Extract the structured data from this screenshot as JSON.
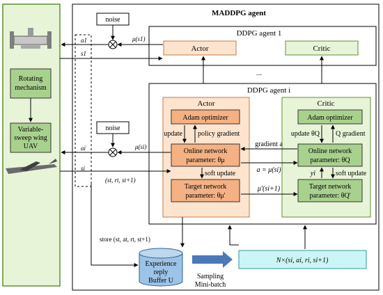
{
  "title": "MADDPG agent",
  "agent1": {
    "title": "DDPG agent 1",
    "actor": "Actor",
    "critic": "Critic"
  },
  "ellipsis": "...",
  "agenti": {
    "title": "DDPG agent i",
    "actor": {
      "title": "Actor",
      "adam": "Adam optimizer",
      "update": "update",
      "policy_gradient": "policy gradient",
      "online_line1": "Online network",
      "online_line2": "parameter: θμ",
      "soft_update": "soft update",
      "target_line1": "Target network",
      "target_line2": "parameter: θμ'"
    },
    "critic": {
      "title": "Critic",
      "adam": "Adam optimizer",
      "update": "update θQ",
      "q_gradient": "Q gradient",
      "online_line1": "Online network",
      "online_line2": "parameter: θQ",
      "yi": "yi",
      "soft_update": "soft update",
      "target_line1": "Target network",
      "target_line2": "parameter: θQ'"
    },
    "gradient_a": "gradient a",
    "a_eq_mu": "a = μ(si)",
    "mu_prime": "μ'(si+1)"
  },
  "env": {
    "rotating_line1": "Rotating",
    "rotating_line2": "mechanism",
    "uav_line1": "Variable-",
    "uav_line2": "sweep wing",
    "uav_line3": "UAV"
  },
  "signals": {
    "a1": "a1",
    "s1": "s1",
    "ai": "ai",
    "si": "si",
    "mu_s1": "μ(s1)",
    "mu_si": "μ(si)",
    "noise_top": "noise",
    "noise_mid": "noise",
    "transition": "(st, rt, st+1)",
    "store": "store (st, at, rt, st+1)"
  },
  "buffer": {
    "line1": "Experience",
    "line2": "reply",
    "line3": "Buffer U"
  },
  "sampling": {
    "line1": "Sampling",
    "line2": "Mini-batch"
  },
  "minibatch": "N×(si, ai, ri, si+1)",
  "colors": {
    "green_fill": "#e8f4d8",
    "green_stroke": "#5e8f2c",
    "green_box": "#a9d18e",
    "orange_fill": "#fde4cf",
    "orange_box": "#f4b183",
    "orange_stroke": "#c87a3c",
    "cyan_box": "#ccf5f5",
    "cyan_stroke": "#2e9a9a",
    "buffer_fill": "#9dc3e6",
    "arrow_blue": "#4a79b8"
  }
}
